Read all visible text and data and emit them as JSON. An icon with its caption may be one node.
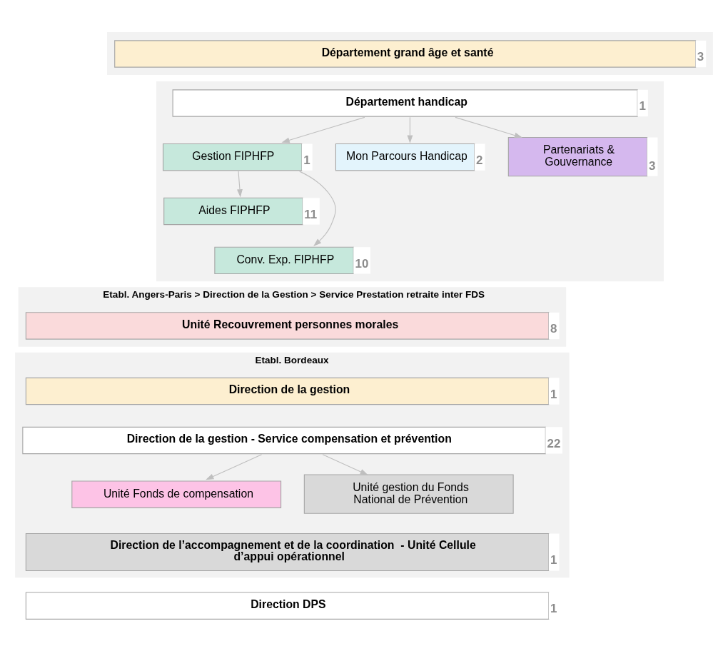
{
  "diagram": {
    "nodes": [
      {
        "text": [],
        "shape": "box"
      },
      {
        "text": [
          "Département grand âge et santé"
        ],
        "in": 0,
        "beside": [
          "3"
        ]
      },
      {
        "text": [],
        "shape": "box"
      },
      {
        "text": [
          "Département handicap"
        ],
        "in": 2,
        "beside": [
          "1"
        ]
      },
      {
        "text": [
          "Gestion FIPHFP"
        ],
        "in": 2,
        "beside": [
          "1"
        ]
      },
      {
        "text": [
          "Mon Parcours Handicap"
        ],
        "in": 2,
        "beside": [
          "2"
        ]
      },
      {
        "text": [
          "Partenariats & Gouvernance"
        ],
        "in": 2,
        "beside": [
          "3"
        ]
      },
      {
        "text": [
          "Aides FIPHFP"
        ],
        "in": 2,
        "beside": [
          "11"
        ]
      },
      {
        "text": [
          "Conv. Exp. FIPHFP"
        ],
        "in": 2,
        "beside": [
          "10"
        ]
      },
      {
        "text": [
          "Etabl. Angers-Paris > Direction de la Gestion > Service Prestation retraite inter FDS"
        ]
      },
      {
        "text": [
          "Unité Recouvrement personnes morales"
        ],
        "in": 9,
        "beside": [
          "8"
        ]
      },
      {
        "text": [
          "Etabl. Bordeaux"
        ]
      },
      {
        "text": [
          "Direction de la gestion"
        ],
        "in": 11,
        "beside": [
          "1"
        ]
      },
      {
        "text": [
          "Direction de la gestion - Service compensation et prévention"
        ],
        "in": 11,
        "beside": [
          "22"
        ]
      },
      {
        "text": [
          "Unité Fonds de compensation"
        ],
        "in": 11
      },
      {
        "text": [
          "Unité gestion du Fonds National de Prévention"
        ],
        "in": 11
      },
      {
        "text": [
          "Direction de l’accompagnement et de la coordination  - Unité Cellule d’appui opérationnel"
        ],
        "in": 11,
        "beside": [
          "1"
        ]
      },
      {
        "text": [
          "Direction DPS"
        ],
        "beside": [
          "1"
        ]
      }
    ],
    "edges": [
      {
        "from": 3,
        "to": 4,
        "arrow": "to"
      },
      {
        "from": 3,
        "to": 5,
        "arrow": "to"
      },
      {
        "from": 3,
        "to": 6,
        "arrow": "to"
      },
      {
        "from": 4,
        "to": 7,
        "arrow": "to"
      },
      {
        "from": 4,
        "to": 8,
        "arrow": "to"
      },
      {
        "from": 13,
        "to": 14,
        "arrow": "to"
      },
      {
        "from": 13,
        "to": 15,
        "arrow": "to"
      }
    ]
  }
}
